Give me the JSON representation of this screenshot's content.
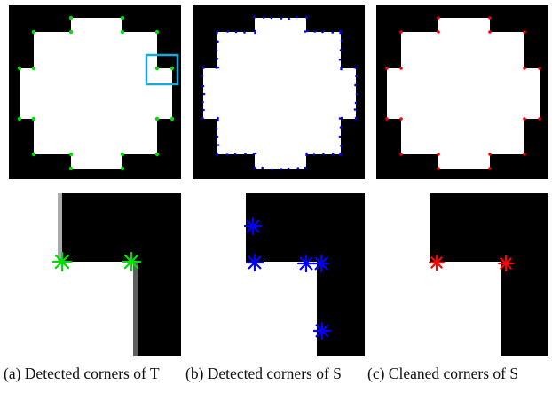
{
  "figure": {
    "captions": [
      "(a) Detected corners of T",
      "(b) Detected corners of S",
      "(c) Cleaned corners of S"
    ],
    "marker_colors": {
      "true_corners": "#00dd00",
      "detected_corners": "#0000ff",
      "cleaned_corners": "#ff0000"
    },
    "highlight_box_color": "#1aa7dc",
    "background_color": "#000000",
    "shape_color": "#ffffff"
  }
}
